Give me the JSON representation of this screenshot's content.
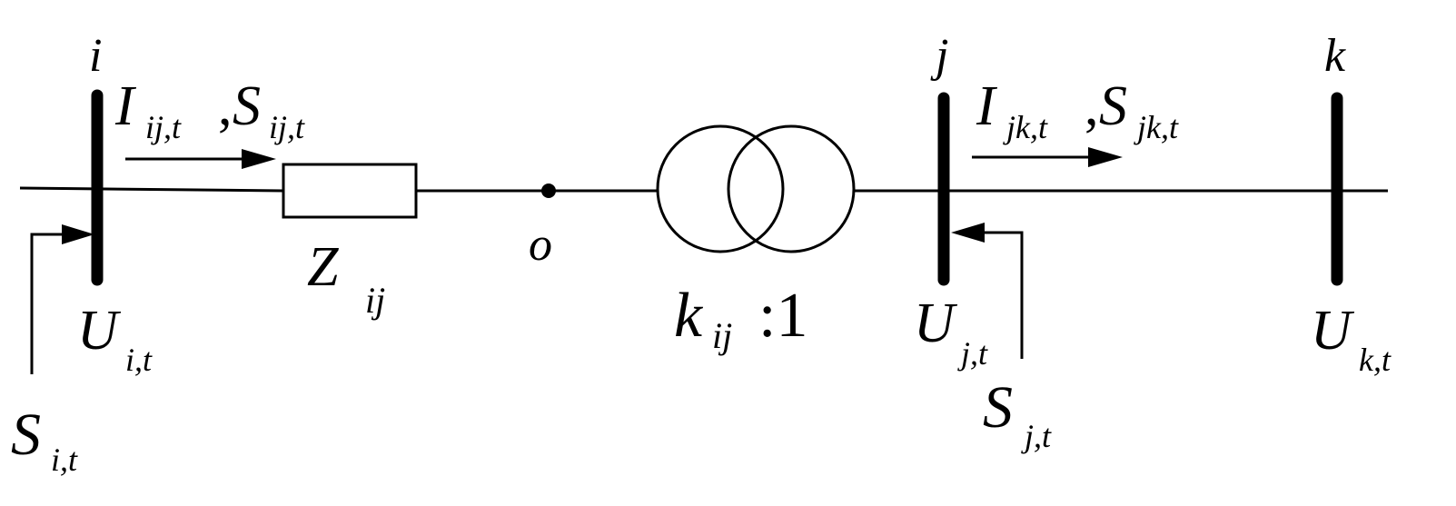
{
  "colors": {
    "stroke": "#000000",
    "background": "#ffffff"
  },
  "buses": {
    "i": {
      "name": "i",
      "voltage_main": "U",
      "voltage_sub": "i,t",
      "injection_main": "S",
      "injection_sub": "i,t"
    },
    "j": {
      "name": "j",
      "voltage_main": "U",
      "voltage_sub": "j,t",
      "injection_main": "S",
      "injection_sub": "j,t"
    },
    "k": {
      "name": "k",
      "voltage_main": "U",
      "voltage_sub": "k,t"
    }
  },
  "flow_ij": {
    "current_main": "I",
    "current_sub": "ij,t",
    "separator": ",",
    "power_main": "S",
    "power_sub": "ij,t"
  },
  "flow_jk": {
    "current_main": "I",
    "current_sub": "jk,t",
    "separator": ",",
    "power_main": "S",
    "power_sub": "jk,t"
  },
  "impedance": {
    "main": "Z",
    "sub": "ij"
  },
  "node_o": {
    "name": "o"
  },
  "transformer": {
    "ratio_main": "k",
    "ratio_sub": "ij",
    "ratio_suffix": ":1"
  }
}
